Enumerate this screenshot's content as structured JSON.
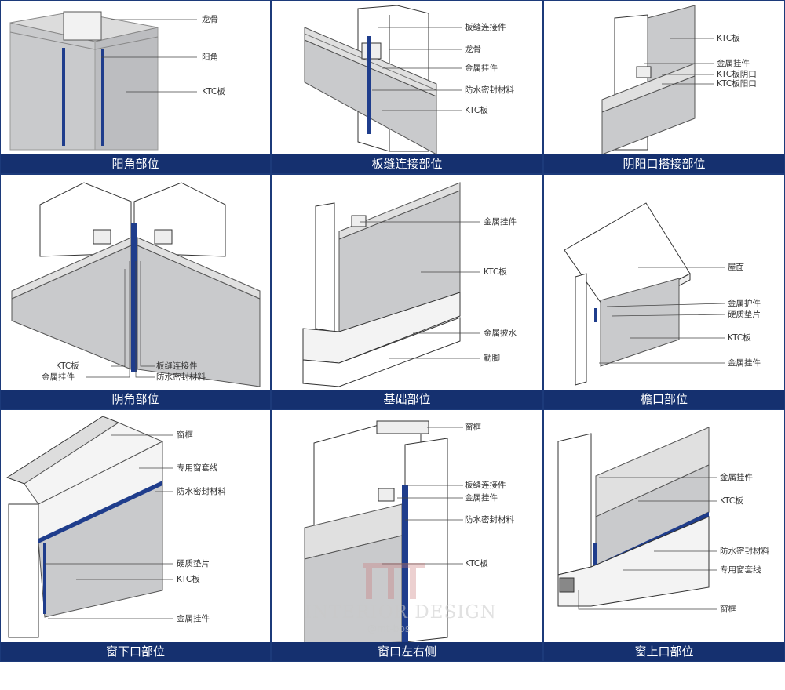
{
  "panels": [
    {
      "caption": "阳角部位",
      "labels": [
        "龙骨",
        "阳角",
        "KTC板"
      ]
    },
    {
      "caption": "板缝连接部位",
      "labels": [
        "板缝连接件",
        "龙骨",
        "金属挂件",
        "防水密封材料",
        "KTC板"
      ]
    },
    {
      "caption": "阴阳口搭接部位",
      "labels": [
        "KTC板",
        "金属挂件",
        "KTC板阴口",
        "KTC板阳口"
      ]
    },
    {
      "caption": "阴角部位",
      "labels": [
        "KTC板",
        "金属挂件",
        "板缝连接件",
        "防水密封材料"
      ]
    },
    {
      "caption": "基础部位",
      "labels": [
        "金属挂件",
        "KTC板",
        "金属披水",
        "勒脚"
      ]
    },
    {
      "caption": "檐口部位",
      "labels": [
        "屋面",
        "金属护件",
        "硬质垫片",
        "KTC板",
        "金属挂件"
      ]
    },
    {
      "caption": "窗下口部位",
      "labels": [
        "窗框",
        "专用窗套线",
        "防水密封材料",
        "硬质垫片",
        "KTC板",
        "金属挂件"
      ]
    },
    {
      "caption": "窗口左右侧",
      "labels": [
        "窗框",
        "板缝连接件",
        "金属挂件",
        "防水密封材料",
        "KTC板"
      ]
    },
    {
      "caption": "窗上口部位",
      "labels": [
        "金属挂件",
        "KTC板",
        "防水密封材料",
        "专用窗套线",
        "窗框"
      ]
    }
  ],
  "watermark": {
    "title": "INTERIOR DESIGN",
    "handle": "@mt-bbs"
  },
  "colors": {
    "caption_bg": "#15306f",
    "panel_fill": "#c8c9cb",
    "sealant": "#1f3d8c"
  }
}
